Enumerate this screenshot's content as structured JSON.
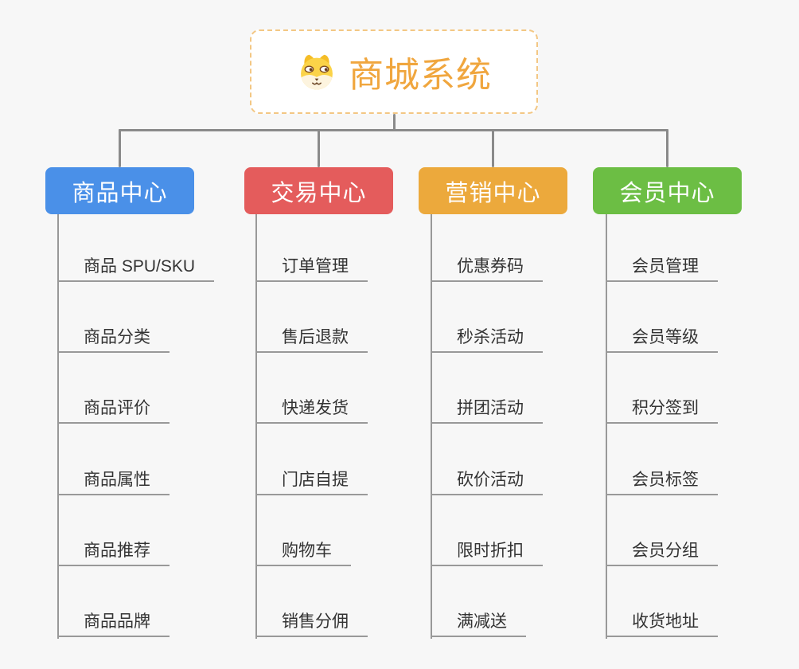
{
  "root": {
    "title": "商城系统",
    "icon": "shiba-dog-icon"
  },
  "branches": [
    {
      "label": "商品中心",
      "color": "#4a90e8",
      "items": [
        "商品 SPU/SKU",
        "商品分类",
        "商品评价",
        "商品属性",
        "商品推荐",
        "商品品牌"
      ]
    },
    {
      "label": "交易中心",
      "color": "#e45c5c",
      "items": [
        "订单管理",
        "售后退款",
        "快递发货",
        "门店自提",
        "购物车",
        "销售分佣"
      ]
    },
    {
      "label": "营销中心",
      "color": "#eca93c",
      "items": [
        "优惠券码",
        "秒杀活动",
        "拼团活动",
        "砍价活动",
        "限时折扣",
        "满减送"
      ]
    },
    {
      "label": "会员中心",
      "color": "#6cbe44",
      "items": [
        "会员管理",
        "会员等级",
        "积分签到",
        "会员标签",
        "会员分组",
        "收货地址"
      ]
    }
  ],
  "theme": {
    "background": "#f7f7f7",
    "connector": "#8a8a8a",
    "leaf_line": "#999999",
    "leaf_text": "#333333",
    "root_accent": "#f0a63e",
    "root_border": "#f3c784"
  }
}
